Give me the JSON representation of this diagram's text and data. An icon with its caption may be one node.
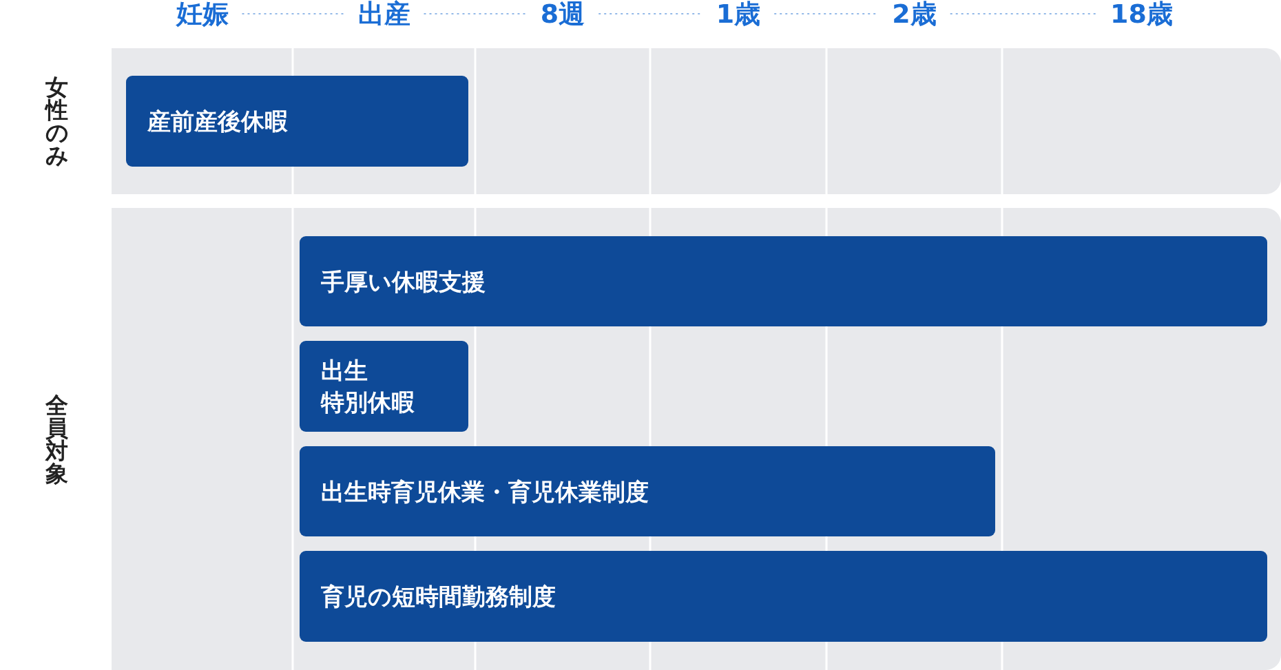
{
  "diagram": {
    "nodes": [
      {
        "text": [
          "妊娠"
        ]
      },
      {
        "text": [
          "出産"
        ]
      },
      {
        "text": [
          "8週"
        ]
      },
      {
        "text": [
          "1歳"
        ]
      },
      {
        "text": [
          "2歳"
        ]
      },
      {
        "text": [
          "18歳"
        ]
      },
      {
        "text": [
          "女性のみ"
        ]
      },
      {
        "text": [
          "産前産後休暇"
        ],
        "in": 6
      },
      {
        "text": [
          "全員対象"
        ]
      },
      {
        "text": [
          "手厚い休暇支援"
        ],
        "in": 8
      },
      {
        "text": [
          "出生特別休暇"
        ],
        "in": 8
      },
      {
        "text": [
          "出生時育児休業・育児休業制度"
        ],
        "in": 8
      },
      {
        "text": [
          "育児の短時間勤務制度"
        ],
        "in": 8
      }
    ],
    "edges": [
      {
        "from": 0,
        "to": 1,
        "arrow": "none",
        "style": "dashed"
      },
      {
        "from": 1,
        "to": 2,
        "arrow": "none",
        "style": "dashed"
      },
      {
        "from": 2,
        "to": 3,
        "arrow": "none",
        "style": "dashed"
      },
      {
        "from": 3,
        "to": 4,
        "arrow": "none",
        "style": "dashed"
      },
      {
        "from": 4,
        "to": 5,
        "arrow": "none",
        "style": "dashed"
      }
    ]
  }
}
